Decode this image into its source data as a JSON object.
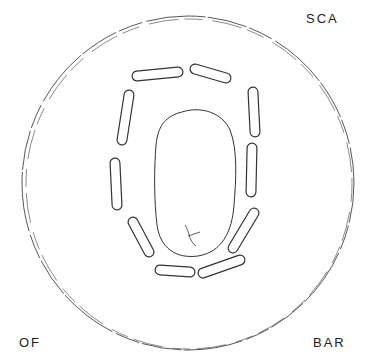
{
  "diagram": {
    "labels": [
      "SCA",
      "OF",
      "BAR"
    ]
  }
}
